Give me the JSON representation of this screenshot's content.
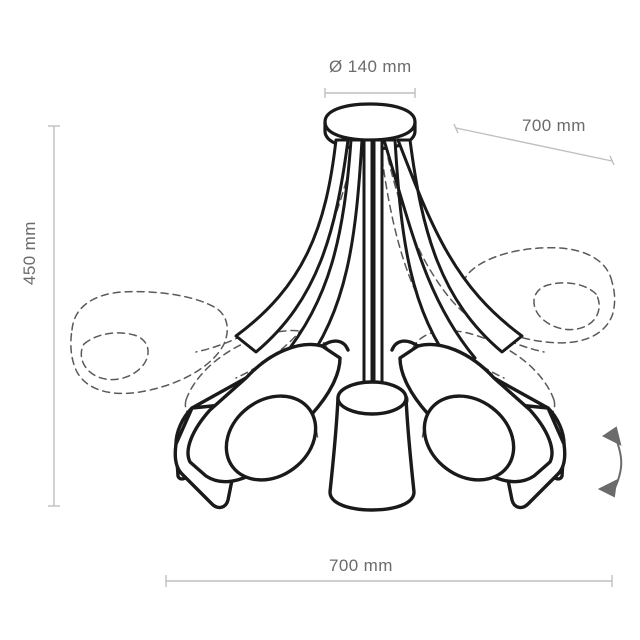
{
  "drawing": {
    "title": "Ceiling lamp technical dimension drawing",
    "product": "five-arm-ceiling-lamp",
    "background_color": "#ffffff",
    "line_color": "#1a1a1a",
    "dimension_color": "#b0b0b0",
    "text_color": "#6b6b6b",
    "arrow_color": "#6b6b6b"
  },
  "dimensions": {
    "diameter": {
      "label": "Ø 140 mm",
      "value": 140,
      "unit": "mm",
      "orientation": "horizontal",
      "position": "top-center",
      "describes": "ceiling canopy diameter"
    },
    "diagonal": {
      "label": "700 mm",
      "value": 700,
      "unit": "mm",
      "orientation": "diagonal",
      "position": "top-right",
      "describes": "overall spread when shades extended"
    },
    "height": {
      "label": "450 mm",
      "value": 450,
      "unit": "mm",
      "orientation": "vertical",
      "position": "left",
      "describes": "overall height"
    },
    "width": {
      "label": "700 mm",
      "value": 700,
      "unit": "mm",
      "orientation": "horizontal",
      "position": "bottom-center",
      "describes": "overall width"
    }
  },
  "annotations": {
    "rotation_arrow": {
      "name": "shade-rotation-arrow",
      "description": "curved double-headed arrow indicating shades swivel",
      "position": "right"
    },
    "dashed_outlines": {
      "description": "dashed silhouettes showing alternate adjustable shade positions"
    }
  },
  "parts": {
    "canopy": "ceiling-mount-canopy",
    "arms": "five-flexible-arms",
    "shades": "five-conical-shades"
  }
}
